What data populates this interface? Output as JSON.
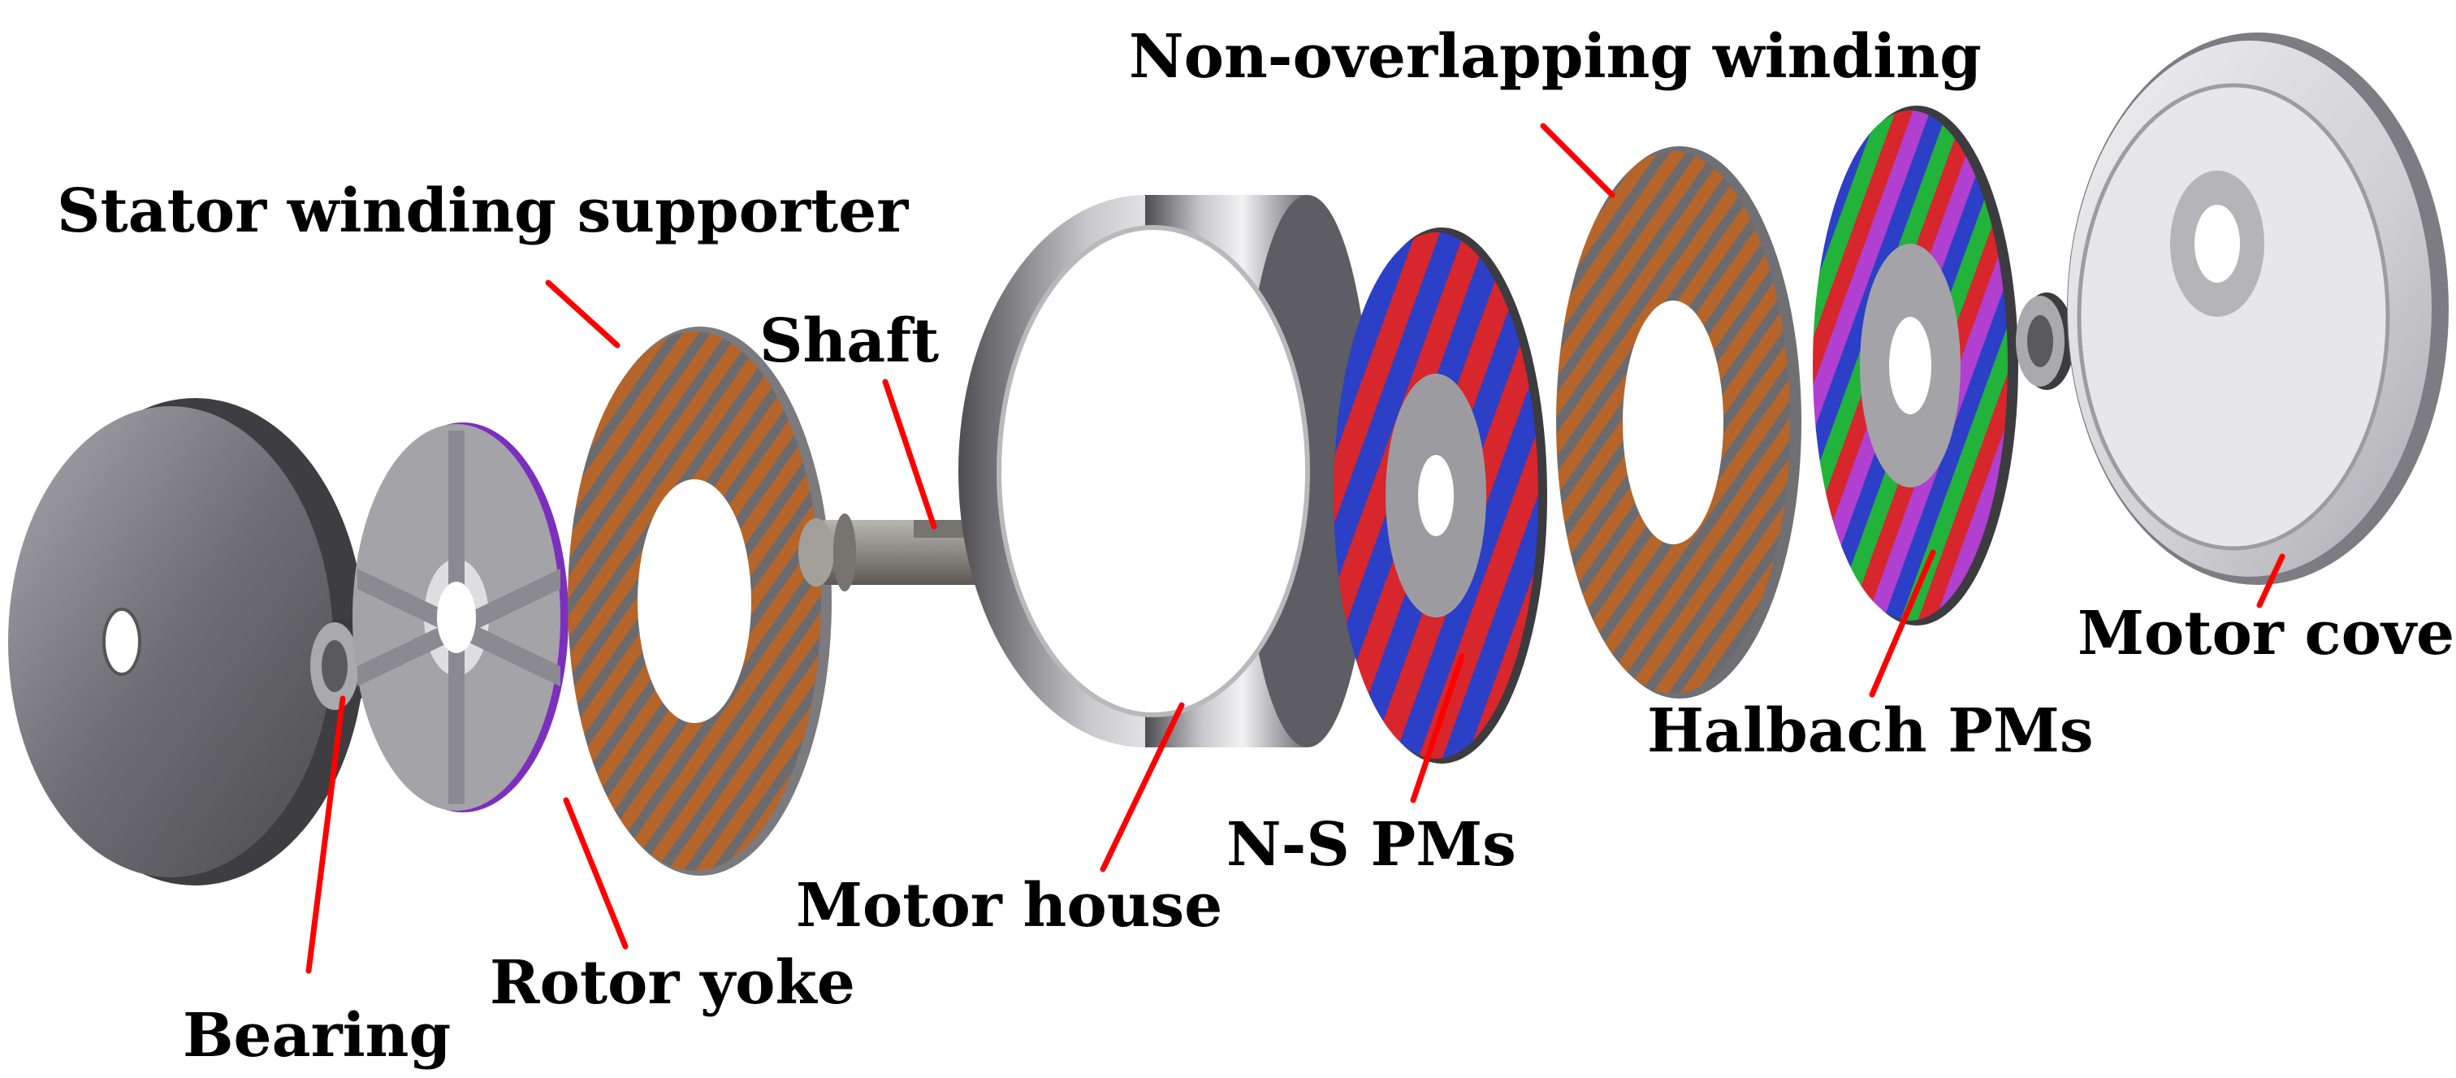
{
  "labels": {
    "stator_winding_supporter": "Stator winding supporter",
    "shaft": "Shaft",
    "non_overlapping_winding": "Non-overlapping winding",
    "motor_cover": "Motor cover",
    "halbach_pms": "Halbach PMs",
    "ns_pms": "N-S PMs",
    "motor_house": "Motor house",
    "rotor_yoke": "Rotor yoke",
    "bearing": "Bearing"
  },
  "colors": {
    "leader_line": "#ff0000",
    "metal_light": "#d9d9dc",
    "metal_mid": "#9a9aa0",
    "metal_dark": "#5d5d63",
    "copper": "#b5652a",
    "magnet_red": "#d7262c",
    "magnet_blue": "#2b3fc7",
    "magnet_green": "#22b33a",
    "magnet_magenta": "#b13fcf"
  }
}
